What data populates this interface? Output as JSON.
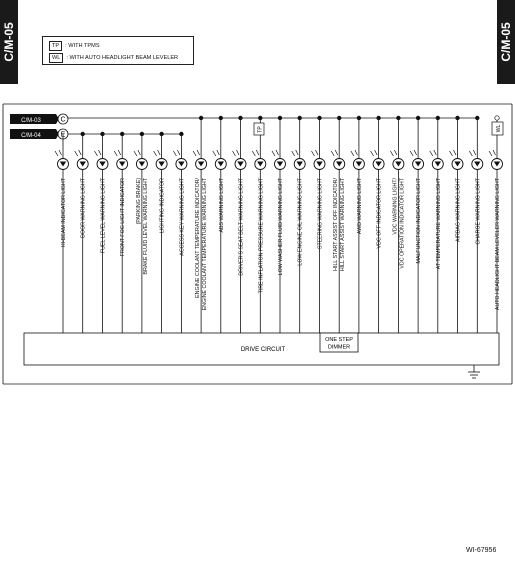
{
  "tab_label": "C/M-05",
  "legend": [
    {
      "code": "TP",
      "text": ": WITH TPMS"
    },
    {
      "code": "WL",
      "text": ": WITH AUTO HEADLIGHT BEAM LEVELER"
    }
  ],
  "connectors": [
    {
      "ref": "C/M-03",
      "pin": "C"
    },
    {
      "ref": "C/M-04",
      "pin": "E"
    }
  ],
  "inline_codes": {
    "tp": "TP",
    "wl": "WL"
  },
  "lights": [
    {
      "label": [
        "HI-BEAM INDICATOR LIGHT"
      ],
      "source": "E"
    },
    {
      "label": [
        "DOOR WARNING LIGHT"
      ],
      "source": "E"
    },
    {
      "label": [
        "FUEL LEVEL WARNING LIGHT"
      ],
      "source": "E"
    },
    {
      "label": [
        "FRONT FOG LIGHT INDICATOR"
      ],
      "source": "E"
    },
    {
      "label": [
        "(PARKING BRAKE)",
        "BRAKE FLUID LEVEL WARNING LIGHT"
      ],
      "source": "E"
    },
    {
      "label": [
        "LIGHTING INDICATOR"
      ],
      "source": "E"
    },
    {
      "label": [
        "ACCESS KEY WARNING LIGHT"
      ],
      "source": "E"
    },
    {
      "label": [
        "ENGINE COOLANT TEMPERATURE INDICATOR/",
        "ENGINE COOLANT TEMPERATURE WARNING LIGHT"
      ],
      "source": "C"
    },
    {
      "label": [
        "ABS WARNING LIGHT"
      ],
      "source": "C"
    },
    {
      "label": [
        "DRIVER'S SEAT BELT WARNING LIGHT"
      ],
      "source": "C"
    },
    {
      "label": [
        "TIRE INFLATION PRESSURE WARNING LIGHT"
      ],
      "source": "C"
    },
    {
      "label": [
        "LOW WASHER FLUID WARNING LIGHT"
      ],
      "source": "C"
    },
    {
      "label": [
        "LOW ENGINE OIL WARNING LIGHT"
      ],
      "source": "C"
    },
    {
      "label": [
        "STEERING WARNING LIGHT"
      ],
      "source": "C"
    },
    {
      "label": [
        "HILL START ASSIST OFF INDICATOR/",
        "HILL START ASSIST WARNING LIGHT"
      ],
      "source": "C"
    },
    {
      "label": [
        "AWD WARNING LIGHT"
      ],
      "source": "C"
    },
    {
      "label": [
        "VDC OFF INDICATOR LIGHT"
      ],
      "source": "C"
    },
    {
      "label": [
        "VDC WARNING LIGHT/",
        "VDC OPERATION INDICATOR LIGHT"
      ],
      "source": "C"
    },
    {
      "label": [
        "MALFUNCTION INDICATOR LIGHT"
      ],
      "source": "C"
    },
    {
      "label": [
        "AT TEMPERATURE WARNING LIGHT"
      ],
      "source": "C"
    },
    {
      "label": [
        "AIRBAG WARNING LIGHT"
      ],
      "source": "C"
    },
    {
      "label": [
        "CHARGE WARNING LIGHT"
      ],
      "source": "C"
    },
    {
      "label": [
        "AUTO HEADLIGHT BEAM LEVELER WARNING LIGHT"
      ],
      "source": "C"
    }
  ],
  "drive_circuit_label": "DRIVE CIRCUIT",
  "dimmer_label": [
    "ONE STEP",
    "DIMMER"
  ],
  "figure_id": "WI-67956"
}
